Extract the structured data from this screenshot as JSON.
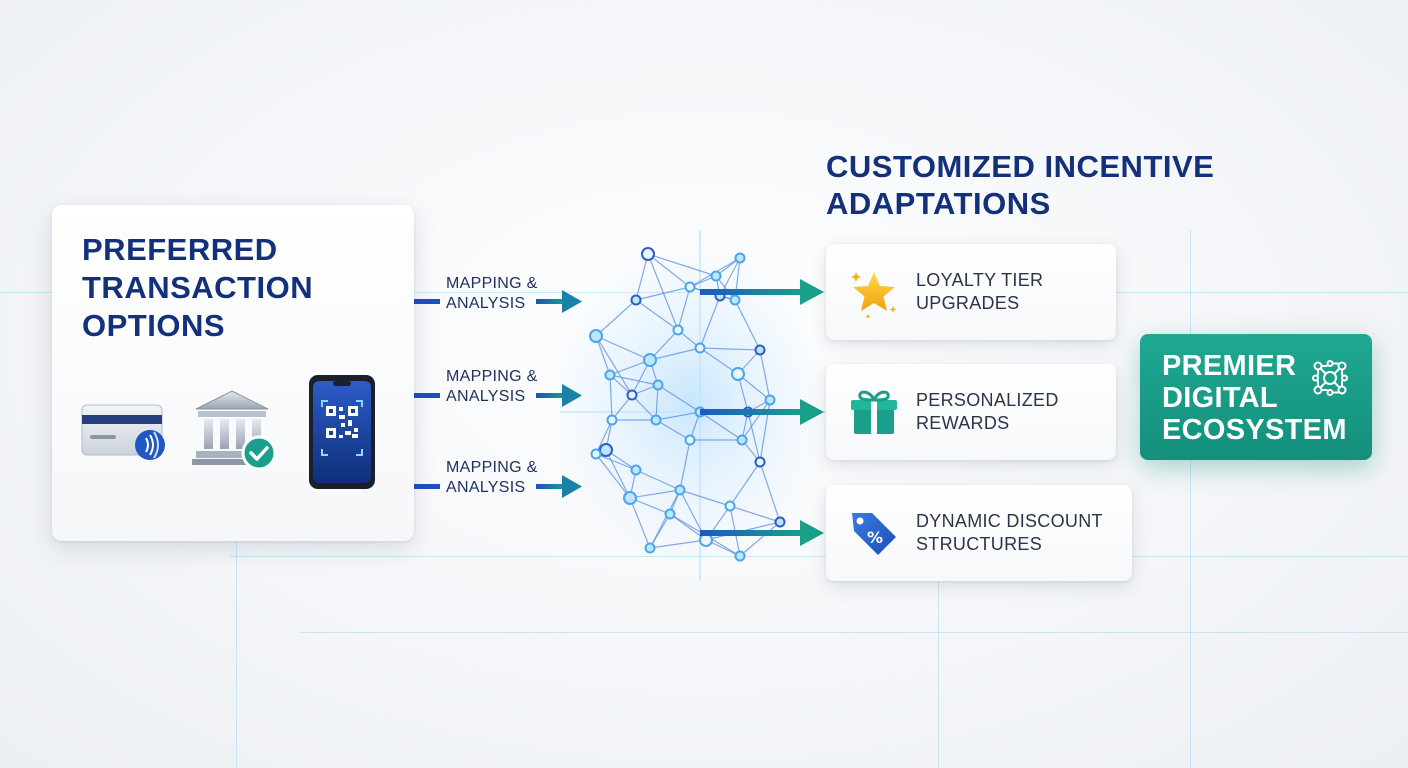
{
  "left_panel": {
    "title": "PREFERRED TRANSACTION OPTIONS",
    "icons": [
      "contactless-card-icon",
      "bank-verified-icon",
      "qr-phone-icon"
    ]
  },
  "mapping": [
    {
      "line1": "MAPPING &",
      "line2": "ANALYSIS"
    },
    {
      "line1": "MAPPING &",
      "line2": "ANALYSIS"
    },
    {
      "line1": "MAPPING &",
      "line2": "ANALYSIS"
    }
  ],
  "right_title": "CUSTOMIZED INCENTIVE ADAPTATIONS",
  "incentives": [
    {
      "line1": "LOYALTY TIER",
      "line2": "UPGRADES",
      "icon": "star-icon"
    },
    {
      "line1": "PERSONALIZED",
      "line2": "REWARDS",
      "icon": "gift-icon"
    },
    {
      "line1": "DYNAMIC DISCOUNT",
      "line2": "STRUCTURES",
      "icon": "discount-tag-icon"
    }
  ],
  "ecosystem": {
    "line1": "PREMIER",
    "line2": "DIGITAL",
    "line3": "ECOSYSTEM",
    "icon": "network-icon"
  },
  "colors": {
    "navy": "#13307a",
    "teal": "#1a9e8a",
    "blue": "#1f57c3",
    "node": "#4aa6e8"
  }
}
